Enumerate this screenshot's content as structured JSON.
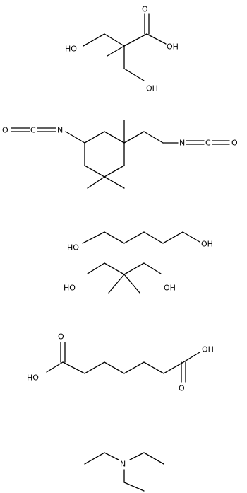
{
  "structures": [
    {
      "id": "dimethylolpropionic-acid",
      "labels": [
        "O",
        "OH",
        "HO",
        "OH"
      ]
    },
    {
      "id": "isophorone-diisocyanate",
      "labels": [
        "O",
        "C",
        "N",
        "N",
        "C",
        "O"
      ]
    },
    {
      "id": "hexanediol",
      "labels": [
        "HO",
        "OH"
      ]
    },
    {
      "id": "neopentyl-glycol",
      "labels": [
        "HO",
        "OH"
      ]
    },
    {
      "id": "adipic-acid",
      "labels": [
        "O",
        "HO",
        "OH",
        "O"
      ]
    },
    {
      "id": "triethylamine",
      "labels": [
        "N"
      ]
    }
  ],
  "colors": {
    "bond": "#000000",
    "text": "#000000",
    "background": "#ffffff"
  }
}
